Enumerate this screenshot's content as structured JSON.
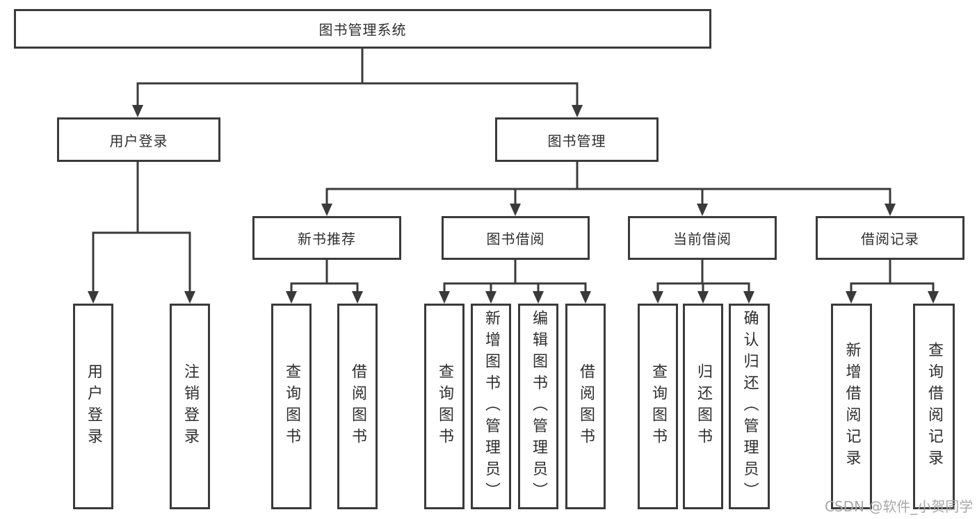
{
  "nodes": {
    "root": "图书管理系统",
    "user_login": "用户登录",
    "book_mgmt": "图书管理",
    "new_book_rec": "新书推荐",
    "book_borrow": "图书借阅",
    "current_borrow": "当前借阅",
    "borrow_records": "借阅记录",
    "ul_login": "用户登录",
    "ul_logout": "注销登录",
    "nb_query": "查询图书",
    "nb_borrow": "借阅图书",
    "bb_query": "查询图书",
    "bb_add": "新增图书（管理员）",
    "bb_edit": "编辑图书（管理员）",
    "bb_borrow": "借阅图书",
    "cb_query": "查询图书",
    "cb_return": "归还图书",
    "cb_confirm": "确认归还（管理员）",
    "br_add": "新增借阅记录",
    "br_query": "查询借阅记录"
  },
  "watermark": "CSDN @软件_小贺同学",
  "colors": {
    "line": "#3a3a3a",
    "text": "#2e2e2e",
    "watermark": "#a8a8a8",
    "bg": "#ffffff"
  }
}
